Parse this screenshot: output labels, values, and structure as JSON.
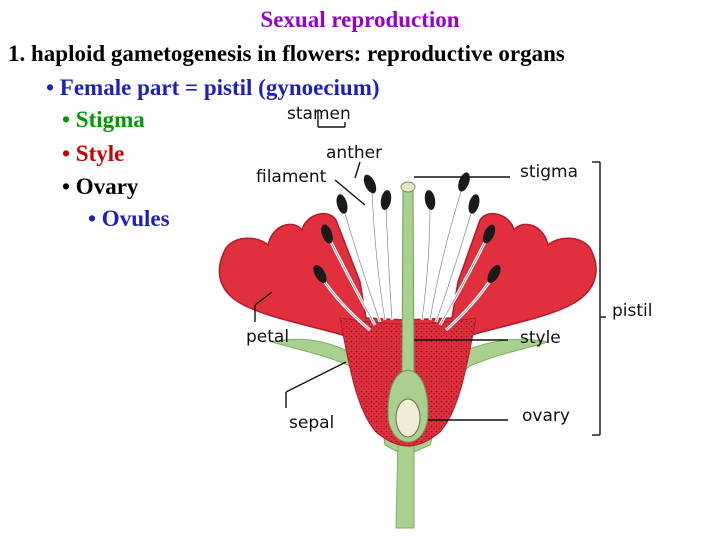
{
  "slide": {
    "title": "Sexual reproduction",
    "heading": "1.  haploid gametogenesis in flowers: reproductive organs",
    "female_part": "• Female part = pistil (gynoecium)",
    "bullets": [
      "• Stigma",
      "• Style",
      "• Ovary",
      "• Ovules"
    ]
  },
  "diagram": {
    "labels": {
      "stamen": "stamen",
      "anther": "anther",
      "filament": "filament",
      "stigma": "stigma",
      "pistil": "pistil",
      "petal": "petal",
      "style": "style",
      "sepal": "sepal",
      "ovary": "ovary"
    }
  },
  "colors": {
    "title": "#9900cc",
    "female_part": "#1f1fbf",
    "bullet_green": "#009900",
    "bullet_red": "#cc0000",
    "bullet_black": "#000000",
    "bullet_blue": "#1f1fbf",
    "petal": "#e0303e",
    "petal_dark": "#b51a28",
    "stem": "#a9d08e",
    "ovule": "#f0ecd8"
  }
}
